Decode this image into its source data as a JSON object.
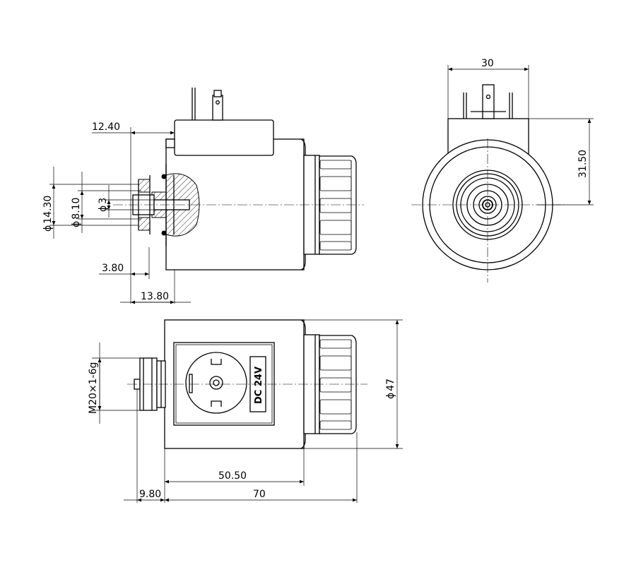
{
  "dimensions": {
    "d_12_40": "12.40",
    "d_phi_14_30": "14.30",
    "d_phi_8_10": "8.10",
    "d_phi_3": "3",
    "d_3_80": "3.80",
    "d_13_80": "13.80",
    "d_30": "30",
    "d_31_50": "31.50",
    "d_m20": "M20×1-6g",
    "d_phi_47": "47",
    "d_50_50": "50.50",
    "d_9_80": "9.80",
    "d_70": "70"
  },
  "symbols": {
    "phi": "ϕ"
  },
  "label_plate": "DC 24V"
}
